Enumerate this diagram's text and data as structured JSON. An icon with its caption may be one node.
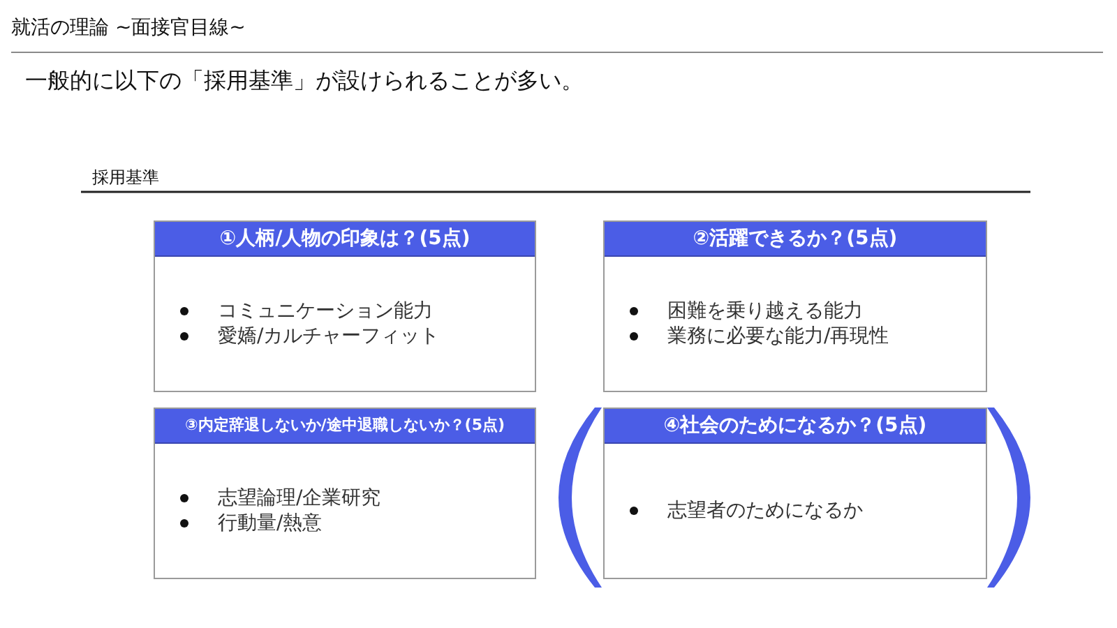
{
  "diagram": {
    "title": "就活の理論 ~面接官目線~",
    "nodes": [
      {
        "text": [
          "①人柄/人物の印象は？(5点)",
          "コミュニケーション能力",
          "愛嬌/カルチャーフィット"
        ]
      },
      {
        "text": [
          "②活躍できるか？(5点)",
          "困難を乗り越える能力",
          "業務に必要な能力/再現性"
        ]
      },
      {
        "text": [
          "③内定辞退しないか/途中退職しないか？(5点)",
          "志望論理/企業研究",
          "行動量/熱意"
        ]
      },
      {
        "text": [],
        "shape": "bracket"
      },
      {
        "text": [
          "④社会のためになるか？(5点)",
          "志望者のためになるか"
        ]
      },
      {
        "text": [],
        "shape": "bracket"
      }
    ],
    "labels": [
      "一般的に以下の「採用基準」が設けられることが多い。",
      "採用基準"
    ]
  }
}
